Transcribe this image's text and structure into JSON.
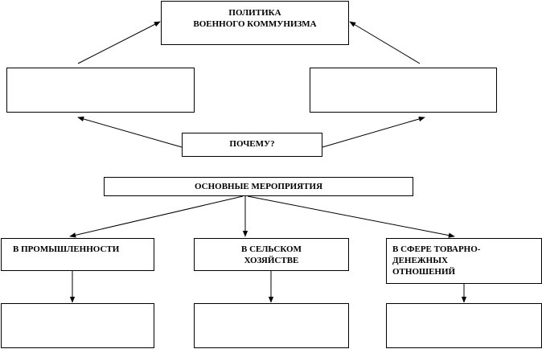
{
  "diagram": {
    "title": "ПОЛИТИКА\nВОЕННОГО КОММУНИЗМА",
    "why": "ПОЧЕМУ?",
    "measures": "ОСНОВНЫЕ МЕРОПРИЯТИЯ",
    "branches": [
      "В ПРОМЫШЛЕННОСТИ",
      "В СЕЛЬСКОМ\nХОЗЯЙСТВЕ",
      "В СФЕРЕ ТОВАРНО-\nДЕНЕЖНЫХ\nОТНОШЕНИЙ"
    ]
  }
}
